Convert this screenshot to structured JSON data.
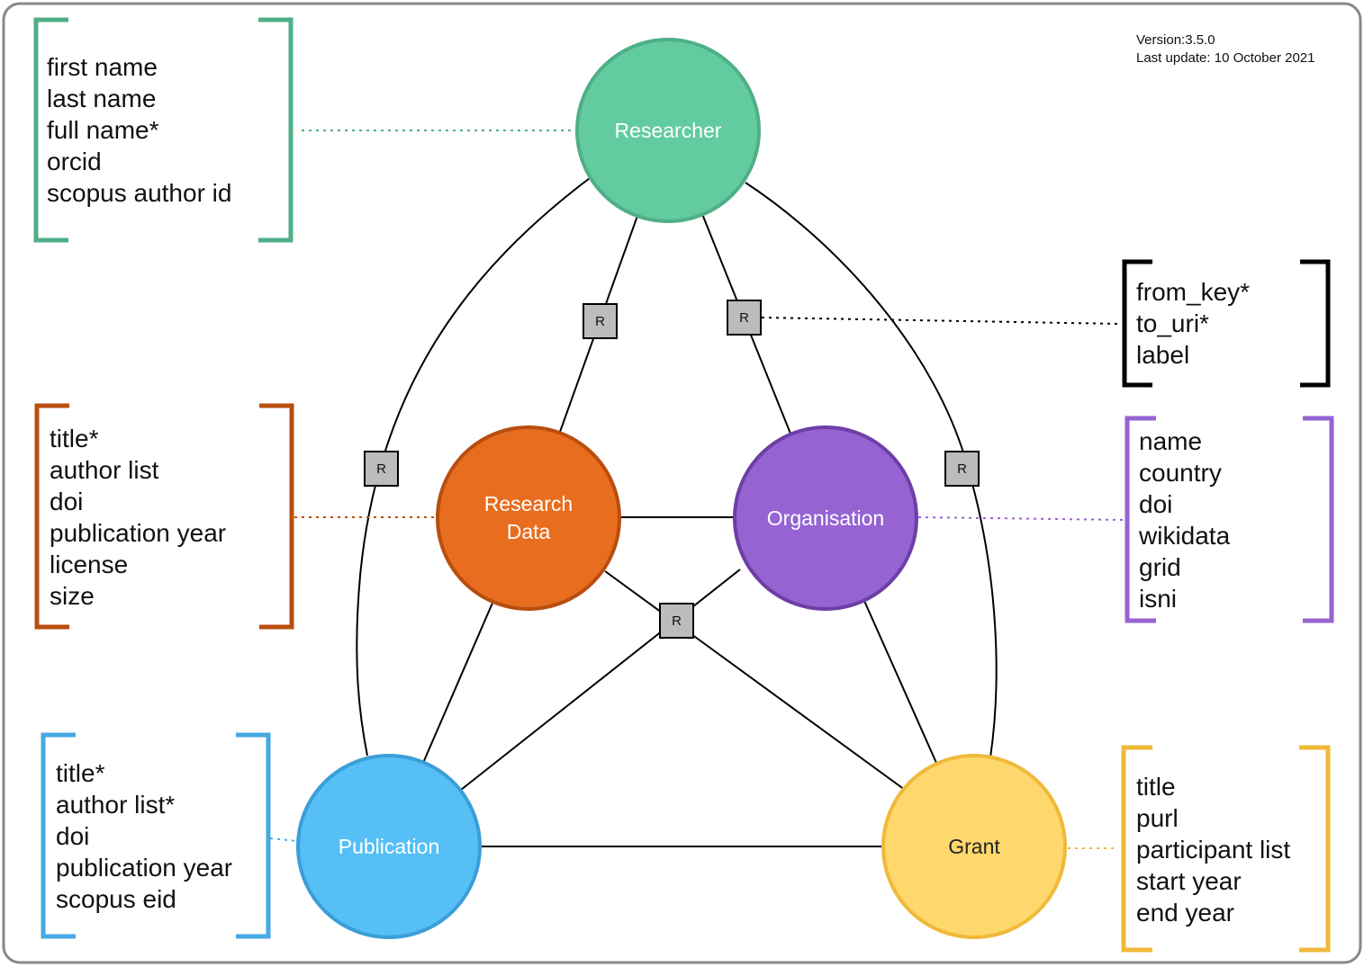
{
  "version": {
    "version_line": "Version:3.5.0",
    "update_line": "Last update: 10 October 2021"
  },
  "nodes": {
    "researcher": {
      "label_lines": [
        "Researcher"
      ],
      "fill": "#63CBA0",
      "stroke": "#4FAF86",
      "text_color": "#ffffff"
    },
    "research_data": {
      "label_lines": [
        "Research",
        "Data"
      ],
      "fill": "#E96D1F",
      "stroke": "#B84E0F",
      "text_color": "#ffffff"
    },
    "organisation": {
      "label_lines": [
        "Organisation"
      ],
      "fill": "#9663D2",
      "stroke": "#6D3FA6",
      "text_color": "#ffffff"
    },
    "publication": {
      "label_lines": [
        "Publication"
      ],
      "fill": "#55BFF6",
      "stroke": "#3B9ED8",
      "text_color": "#ffffff"
    },
    "grant": {
      "label_lines": [
        "Grant"
      ],
      "fill": "#FED86D",
      "stroke": "#F0B93A",
      "text_color": "#222222"
    }
  },
  "relationship_marker_label": "R",
  "attribute_boxes": {
    "researcher": {
      "color": "#4FAF86",
      "items": [
        "first name",
        "last name",
        "full name*",
        "orcid",
        "scopus author id"
      ]
    },
    "research_data": {
      "color": "#B84E0F",
      "items": [
        "title*",
        "author list",
        "doi",
        "publication year",
        "license",
        "size"
      ]
    },
    "publication": {
      "color": "#46A8E3",
      "items": [
        "title*",
        "author list*",
        "doi",
        "publication year",
        "scopus eid"
      ]
    },
    "relationship": {
      "color": "#000000",
      "items": [
        "from_key*",
        "to_uri*",
        "label"
      ]
    },
    "organisation": {
      "color": "#9663D2",
      "items": [
        "name",
        "country",
        "doi",
        "wikidata",
        "grid",
        "isni"
      ]
    },
    "grant": {
      "color": "#F0B93A",
      "items": [
        "title",
        "purl",
        "participant list",
        "start year",
        "end year"
      ]
    }
  }
}
